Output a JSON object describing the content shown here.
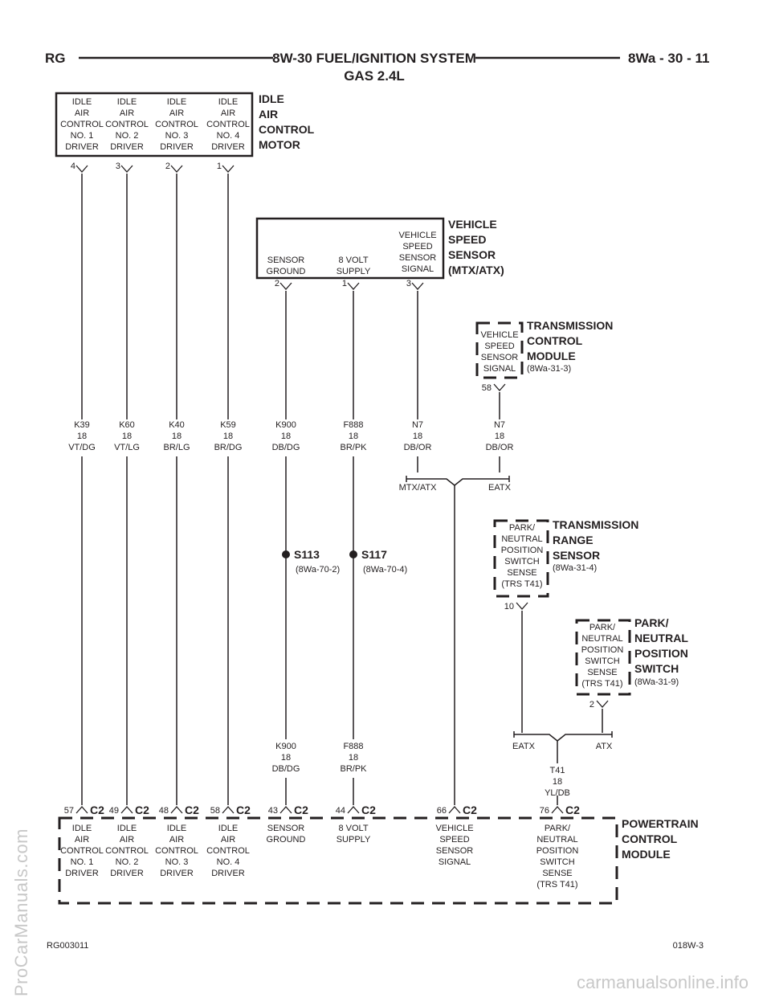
{
  "header": {
    "left": "RG",
    "title_line1": "8W-30 FUEL/IGNITION SYSTEM",
    "title_line2": "GAS 2.4L",
    "right": "8Wa - 30 - 11"
  },
  "footer": {
    "left": "RG003011",
    "right": "018W-3"
  },
  "watermark": {
    "side": "ProCarManuals.com",
    "bottom": "carmanualsonline.info"
  },
  "components": {
    "iac": {
      "title": [
        "IDLE",
        "AIR",
        "CONTROL",
        "MOTOR"
      ],
      "pins": [
        {
          "num": "4",
          "label": [
            "IDLE",
            "AIR",
            "CONTROL",
            "NO. 1",
            "DRIVER"
          ]
        },
        {
          "num": "3",
          "label": [
            "IDLE",
            "AIR",
            "CONTROL",
            "NO. 2",
            "DRIVER"
          ]
        },
        {
          "num": "2",
          "label": [
            "IDLE",
            "AIR",
            "CONTROL",
            "NO. 3",
            "DRIVER"
          ]
        },
        {
          "num": "1",
          "label": [
            "IDLE",
            "AIR",
            "CONTROL",
            "NO. 4",
            "DRIVER"
          ]
        }
      ]
    },
    "vss": {
      "title": [
        "VEHICLE",
        "SPEED",
        "SENSOR",
        "(MTX/ATX)"
      ],
      "pins": [
        {
          "num": "2",
          "label": [
            "SENSOR",
            "GROUND"
          ]
        },
        {
          "num": "1",
          "label": [
            "8 VOLT",
            "SUPPLY"
          ]
        },
        {
          "num": "3",
          "label": [
            "VEHICLE",
            "SPEED",
            "SENSOR",
            "SIGNAL"
          ]
        }
      ]
    },
    "tcm": {
      "title": [
        "TRANSMISSION",
        "CONTROL",
        "MODULE"
      ],
      "ref": "(8Wa-31-3)",
      "pin": {
        "num": "58",
        "label": [
          "VEHICLE",
          "SPEED",
          "SENSOR",
          "SIGNAL"
        ]
      }
    },
    "trs": {
      "title": [
        "TRANSMISSION",
        "RANGE",
        "SENSOR"
      ],
      "ref": "(8Wa-31-4)",
      "pin": {
        "num": "10",
        "label": [
          "PARK/",
          "NEUTRAL",
          "POSITION",
          "SWITCH",
          "SENSE",
          "(TRS T41)"
        ]
      }
    },
    "pnp": {
      "title": [
        "PARK/",
        "NEUTRAL",
        "POSITION",
        "SWITCH"
      ],
      "ref": "(8Wa-31-9)",
      "pin": {
        "num": "2",
        "label": [
          "PARK/",
          "NEUTRAL",
          "POSITION",
          "SWITCH",
          "SENSE",
          "(TRS T41)"
        ]
      }
    },
    "pcm": {
      "title": [
        "POWERTRAIN",
        "CONTROL",
        "MODULE"
      ],
      "connector": "C2",
      "pins": [
        {
          "num": "57",
          "label": [
            "IDLE",
            "AIR",
            "CONTROL",
            "NO. 1",
            "DRIVER"
          ]
        },
        {
          "num": "49",
          "label": [
            "IDLE",
            "AIR",
            "CONTROL",
            "NO. 2",
            "DRIVER"
          ]
        },
        {
          "num": "48",
          "label": [
            "IDLE",
            "AIR",
            "CONTROL",
            "NO. 3",
            "DRIVER"
          ]
        },
        {
          "num": "58",
          "label": [
            "IDLE",
            "AIR",
            "CONTROL",
            "NO. 4",
            "DRIVER"
          ]
        },
        {
          "num": "43",
          "label": [
            "SENSOR",
            "GROUND"
          ]
        },
        {
          "num": "44",
          "label": [
            "8 VOLT",
            "SUPPLY"
          ]
        },
        {
          "num": "66",
          "label": [
            "VEHICLE",
            "SPEED",
            "SENSOR",
            "SIGNAL"
          ]
        },
        {
          "num": "76",
          "label": [
            "PARK/",
            "NEUTRAL",
            "POSITION",
            "SWITCH",
            "SENSE",
            "(TRS T41)"
          ]
        }
      ]
    }
  },
  "wires": [
    {
      "id": "K39",
      "gauge": "18",
      "color": "VT/DG"
    },
    {
      "id": "K60",
      "gauge": "18",
      "color": "VT/LG"
    },
    {
      "id": "K40",
      "gauge": "18",
      "color": "BR/LG"
    },
    {
      "id": "K59",
      "gauge": "18",
      "color": "BR/DG"
    },
    {
      "id": "K900",
      "gauge": "18",
      "color": "DB/DG"
    },
    {
      "id": "F888",
      "gauge": "18",
      "color": "BR/PK"
    },
    {
      "id": "N7",
      "gauge": "18",
      "color": "DB/OR"
    },
    {
      "id": "N7",
      "gauge": "18",
      "color": "DB/OR"
    }
  ],
  "lower_wires": [
    {
      "id": "K900",
      "gauge": "18",
      "color": "DB/DG"
    },
    {
      "id": "F888",
      "gauge": "18",
      "color": "BR/PK"
    },
    {
      "id": "T41",
      "gauge": "18",
      "color": "YL/DB"
    }
  ],
  "splices": [
    {
      "id": "S113",
      "ref": "(8Wa-70-2)"
    },
    {
      "id": "S117",
      "ref": "(8Wa-70-4)"
    }
  ],
  "options": {
    "vss_left": "MTX/ATX",
    "vss_right": "EATX",
    "trs_left": "EATX",
    "trs_right": "ATX"
  }
}
